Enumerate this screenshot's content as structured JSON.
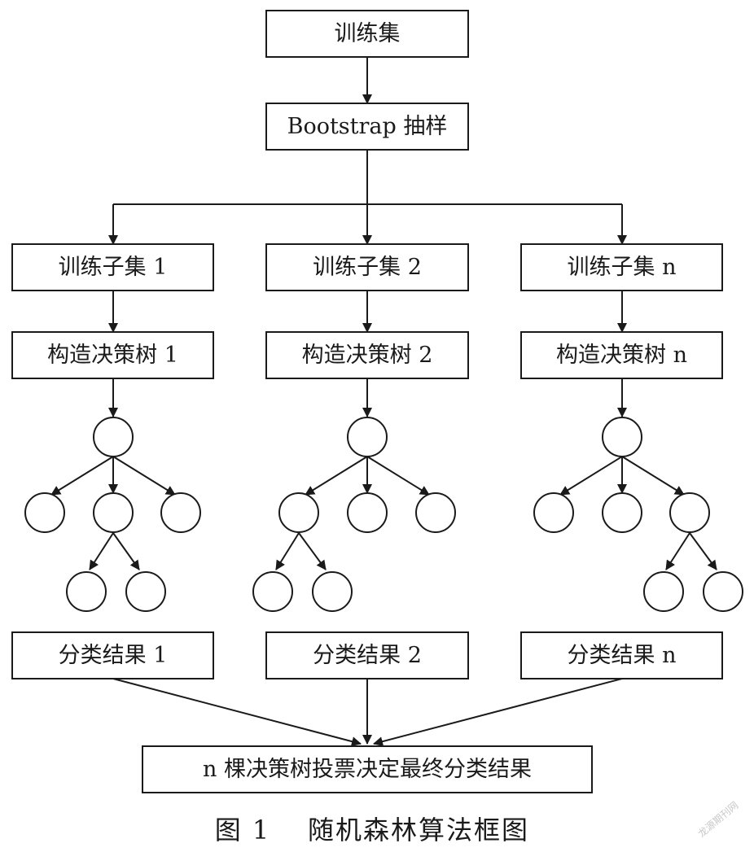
{
  "nodes": {
    "training_set": "训练集",
    "bootstrap": "Bootstrap 抽样",
    "subsets": [
      "训练子集 1",
      "训练子集 2",
      "训练子集 n"
    ],
    "build_trees": [
      "构造决策树 1",
      "构造决策树 2",
      "构造决策树 n"
    ],
    "results": [
      "分类结果 1",
      "分类结果 2",
      "分类结果 n"
    ],
    "vote": "n 棵决策树投票决定最终分类结果"
  },
  "caption": {
    "figure_number": "图 1",
    "title": "随机森林算法框图"
  },
  "watermark": "龙源期刊网",
  "colors": {
    "stroke": "#1a1a1a",
    "background": "#ffffff",
    "watermark": "#c8c8c8"
  }
}
